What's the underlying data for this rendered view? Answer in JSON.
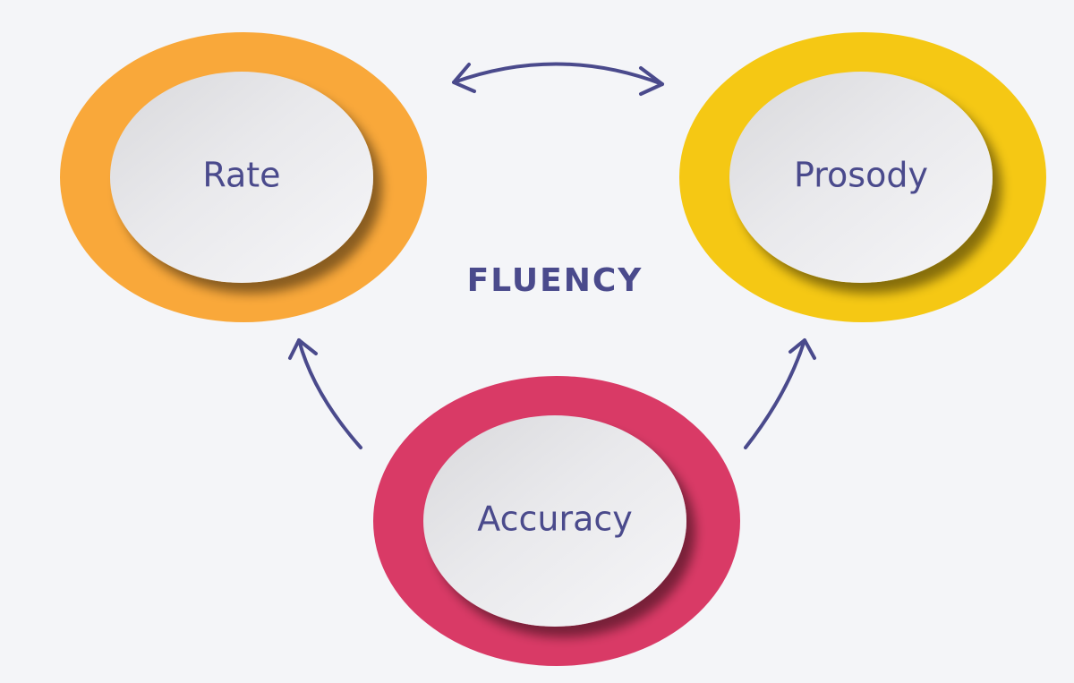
{
  "diagram": {
    "center_label": "FLUENCY",
    "nodes": [
      {
        "id": "rate",
        "label": "Rate",
        "ring_color": "#f9a83a"
      },
      {
        "id": "prosody",
        "label": "Prosody",
        "ring_color": "#f5c814"
      },
      {
        "id": "accuracy",
        "label": "Accuracy",
        "ring_color": "#d93a66"
      }
    ],
    "label_color": "#4a4a8c",
    "arrow_color": "#4a4a8c",
    "arrows": [
      {
        "from": "rate",
        "to": "prosody",
        "direction": "both"
      },
      {
        "from": "accuracy",
        "to": "rate",
        "direction": "to"
      },
      {
        "from": "accuracy",
        "to": "prosody",
        "direction": "to"
      }
    ]
  }
}
